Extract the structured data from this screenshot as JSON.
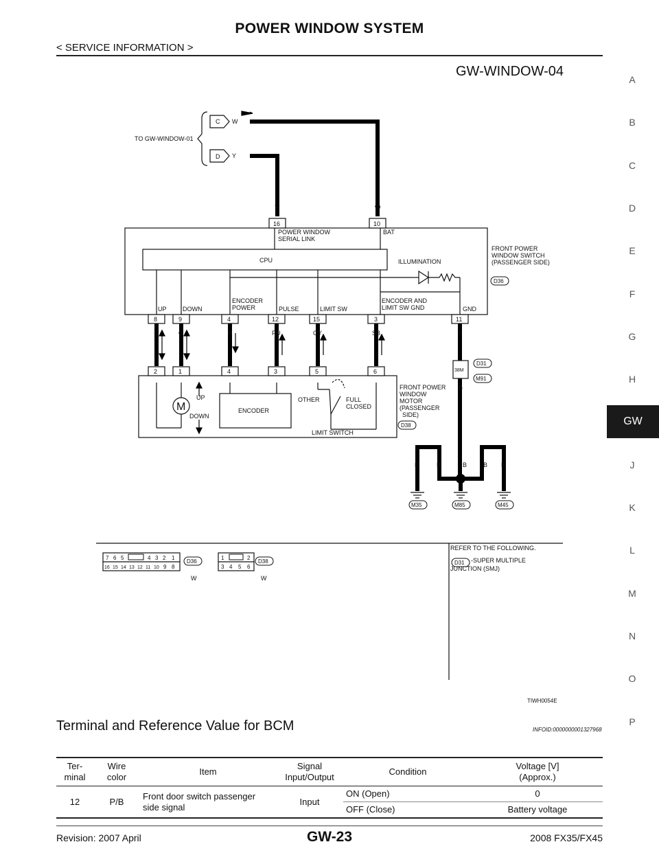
{
  "header": {
    "title": "POWER WINDOW SYSTEM",
    "section": "< SERVICE INFORMATION >"
  },
  "side_index": {
    "letters": [
      "A",
      "B",
      "C",
      "D",
      "E",
      "F",
      "G",
      "H",
      "GW",
      "J",
      "K",
      "L",
      "M",
      "N",
      "O",
      "P"
    ],
    "active": "GW"
  },
  "diagram": {
    "id": "GW-WINDOW-04",
    "to_ref": "TO GW-WINDOW-01",
    "conn_c": "C",
    "conn_d": "D",
    "wire_w": "W",
    "wire_y": "Y",
    "switch_pins_top": [
      "16",
      "10"
    ],
    "serial_link": [
      "POWER WINDOW",
      "SERIAL LINK"
    ],
    "bat": "BAT",
    "cpu": "CPU",
    "illumination": "ILLUMINATION",
    "switch_name": [
      "FRONT POWER",
      "WINDOW SWITCH",
      "(PASSENGER SIDE)"
    ],
    "switch_conn": "D36",
    "func_labels": {
      "up": "UP",
      "down": "DOWN",
      "enc_power": [
        "ENCODER",
        "POWER"
      ],
      "pulse": "PULSE",
      "limit_sw": "LIMIT SW",
      "enc_gnd": [
        "ENCODER AND",
        "LIMIT SW GND"
      ],
      "gnd": "GND"
    },
    "switch_pins_bottom": [
      "8",
      "9",
      "4",
      "12",
      "15",
      "3",
      "11"
    ],
    "wire_colors": [
      "L",
      "G",
      "R",
      "PU",
      "GY",
      "SB",
      "B"
    ],
    "motor_pins": [
      "2",
      "1",
      "4",
      "3",
      "5",
      "6"
    ],
    "motor_symbol": "M",
    "motor_up": "UP",
    "motor_down": "DOWN",
    "encoder": "ENCODER",
    "other": "OTHER",
    "full_closed": [
      "FULL",
      "CLOSED"
    ],
    "limit_switch": "LIMIT SWITCH",
    "motor_name": [
      "FRONT POWER",
      "WINDOW",
      "MOTOR",
      "(PASSENGER",
      "SIDE)"
    ],
    "motor_conn": "D38",
    "smj_conn": "D31",
    "smj_pin": "38M",
    "smj_conn2": "M91",
    "smj_wire": "B",
    "ground_wires": [
      "B",
      "B",
      "B",
      "B",
      "B"
    ],
    "grounds": [
      "M35",
      "M85",
      "M45"
    ],
    "connector_face_d36": {
      "top": [
        "7",
        "6",
        "5",
        "4",
        "3",
        "2",
        "1"
      ],
      "bottom": [
        "16",
        "15",
        "14",
        "13",
        "12",
        "11",
        "10",
        "9",
        "8"
      ],
      "label": "D36",
      "color": "W"
    },
    "connector_face_d38": {
      "top": [
        "1",
        "2"
      ],
      "bottom": [
        "3",
        "4",
        "5",
        "6"
      ],
      "label": "D38",
      "color": "W"
    },
    "refer_title": "REFER TO THE FOLLOWING.",
    "refer_conn": "D31",
    "refer_text": [
      "-SUPER MULTIPLE",
      "JUNCTION (SMJ)"
    ],
    "fig_code": "TIWH0054E"
  },
  "section": {
    "heading": "Terminal and Reference Value for BCM",
    "info_id": "INFOID:0000000001327968"
  },
  "table": {
    "headers": [
      "Ter-\nminal",
      "Wire\ncolor",
      "Item",
      "Signal\nInput/Output",
      "Condition",
      "Voltage [V]\n(Approx.)"
    ],
    "row": {
      "terminal": "12",
      "wire": "P/B",
      "item": "Front door switch passenger side signal",
      "io": "Input",
      "conditions": [
        {
          "condition": "ON (Open)",
          "voltage": "0"
        },
        {
          "condition": "OFF (Close)",
          "voltage": "Battery voltage"
        }
      ]
    }
  },
  "footer": {
    "revision": "Revision: 2007 April",
    "page": "GW-23",
    "model": "2008 FX35/FX45"
  }
}
